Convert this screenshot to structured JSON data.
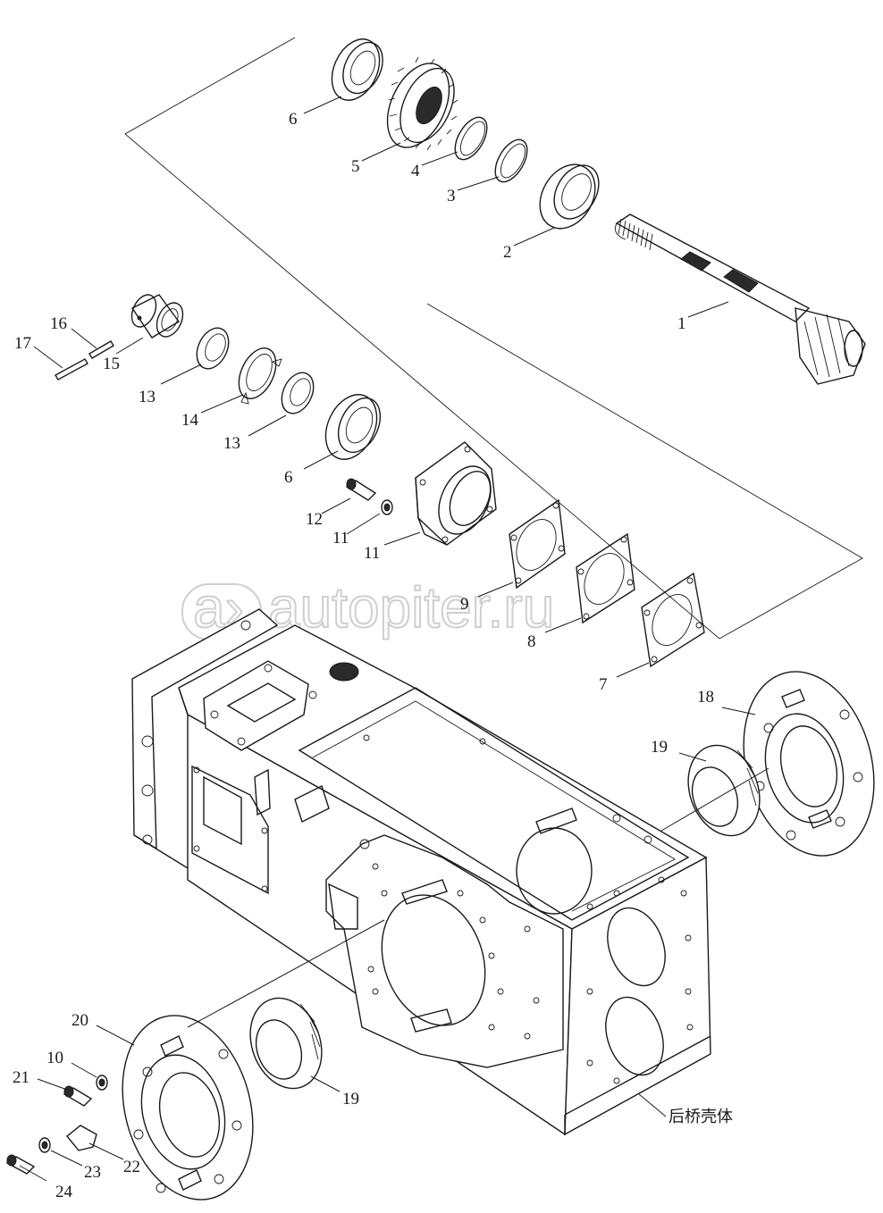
{
  "watermark": "autopiter.ru",
  "housing_label": "后桥壳体",
  "labels": [
    "1",
    "2",
    "3",
    "4",
    "5",
    "6",
    "6",
    "7",
    "8",
    "9",
    "10",
    "11",
    "11",
    "12",
    "13",
    "13",
    "14",
    "15",
    "16",
    "17",
    "18",
    "19",
    "19",
    "20",
    "21",
    "22",
    "23",
    "24"
  ]
}
